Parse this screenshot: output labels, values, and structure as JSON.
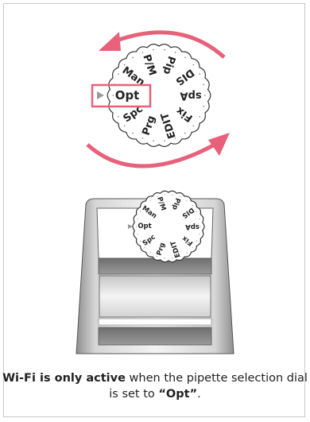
{
  "dial": {
    "labels": [
      "Opt",
      "Man",
      "P/M",
      "Pip",
      "DIS",
      "spA",
      "Fix",
      "EDIT",
      "Prg",
      "Spc"
    ],
    "selected": "Opt"
  },
  "device_dial": {
    "labels": [
      "Opt",
      "Man",
      "P/M",
      "Pip",
      "DIS",
      "spA",
      "Fix",
      "EDIT",
      "Prg",
      "Spc"
    ]
  },
  "caption": {
    "bold_part": "Wi-Fi is only active",
    "middle_part": " when the pipette selection dial is set to ",
    "value_part": "“Opt”",
    "end_part": "."
  },
  "colors": {
    "arrow": "#e8607a",
    "highlight": "#e8607a"
  }
}
